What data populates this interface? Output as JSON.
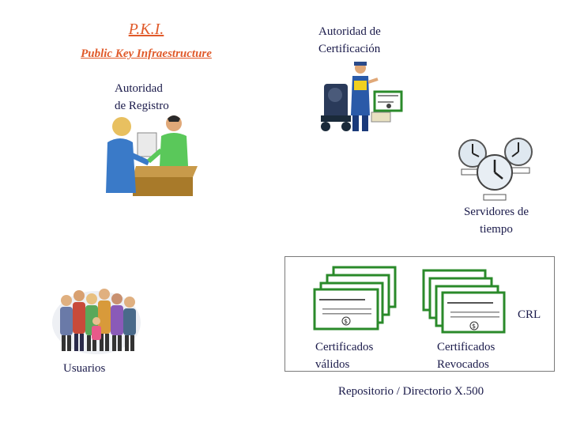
{
  "title": "P.K.I.",
  "subtitle": "Public Key Infraestructure",
  "ca": {
    "line1": "Autoridad de",
    "line2": "Certificación"
  },
  "ra": {
    "line1": "Autoridad",
    "line2": "de Registro"
  },
  "time_servers": {
    "line1": "Servidores de",
    "line2": "tiempo"
  },
  "users": {
    "label": "Usuarios"
  },
  "repository": {
    "label": "Repositorio / Directorio X.500",
    "crl_label": "CRL",
    "valid": {
      "line1": "Certificados",
      "line2": "válidos"
    },
    "revoked": {
      "line1": "Certificados",
      "line2": "Revocados"
    }
  },
  "colors": {
    "title": "#e05a2a",
    "text": "#1a1a4a",
    "certificate_border": "#2a8a2a"
  },
  "icons": [
    "printer-worker-icon",
    "registration-desk-icon",
    "clocks-icon",
    "people-group-icon",
    "certificate-stack-icon"
  ]
}
